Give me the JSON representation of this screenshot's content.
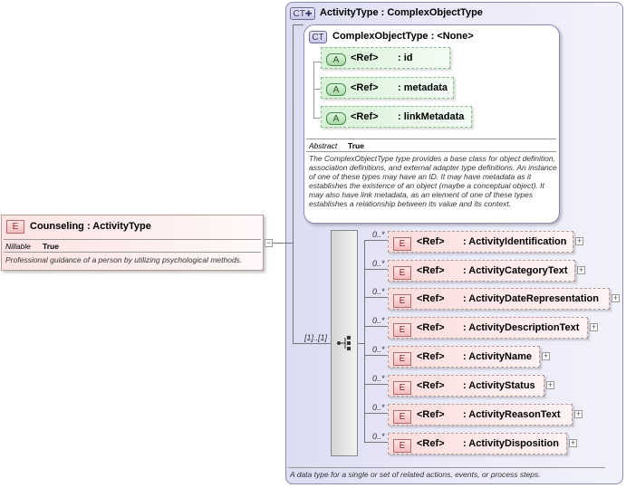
{
  "outer": {
    "badge": "CT",
    "title": "ActivityType : ComplexObjectType",
    "description": "A data type for a single or set of related actions, events, or process steps."
  },
  "inner": {
    "badge": "CT",
    "title": "ComplexObjectType : <None>",
    "attributes": [
      {
        "badge": "A",
        "ref": "<Ref>",
        "name": ": id"
      },
      {
        "badge": "A",
        "ref": "<Ref>",
        "name": ": metadata"
      },
      {
        "badge": "A",
        "ref": "<Ref>",
        "name": ": linkMetadata"
      }
    ],
    "abstract_label": "Abstract",
    "abstract_value": "True",
    "description": "The ComplexObjectType type provides a base class for object definition, association definitions, and external adapter type definitions. An instance of one of these types may have an ID. It may have metadata as it establishes the existence of an object (maybe a conceptual object). It may also have link metadata, as an element of one of these types establishes a relationship between its value and its context."
  },
  "root": {
    "badge": "E",
    "title": "Counseling : ActivityType",
    "nillable_label": "Nillable",
    "nillable_value": "True",
    "description": "Professional guidance of a person by utilizing psychological methods.",
    "collapse": "−"
  },
  "sequence": {
    "multiplicity": "[1]..[1]"
  },
  "elements": [
    {
      "mult": "0..*",
      "badge": "E",
      "ref": "<Ref>",
      "name": ": ActivityIdentification",
      "plus": "+"
    },
    {
      "mult": "0..*",
      "badge": "E",
      "ref": "<Ref>",
      "name": ": ActivityCategoryText",
      "plus": "+"
    },
    {
      "mult": "0..*",
      "badge": "E",
      "ref": "<Ref>",
      "name": ": ActivityDateRepresentation",
      "plus": "+"
    },
    {
      "mult": "0..*",
      "badge": "E",
      "ref": "<Ref>",
      "name": ": ActivityDescriptionText",
      "plus": "+"
    },
    {
      "mult": "0..*",
      "badge": "E",
      "ref": "<Ref>",
      "name": ": ActivityName",
      "plus": "+"
    },
    {
      "mult": "0..*",
      "badge": "E",
      "ref": "<Ref>",
      "name": ": ActivityStatus",
      "plus": "+"
    },
    {
      "mult": "0..*",
      "badge": "E",
      "ref": "<Ref>",
      "name": ": ActivityReasonText",
      "plus": "+"
    },
    {
      "mult": "0..*",
      "badge": "E",
      "ref": "<Ref>",
      "name": ": ActivityDisposition",
      "plus": "+"
    }
  ]
}
